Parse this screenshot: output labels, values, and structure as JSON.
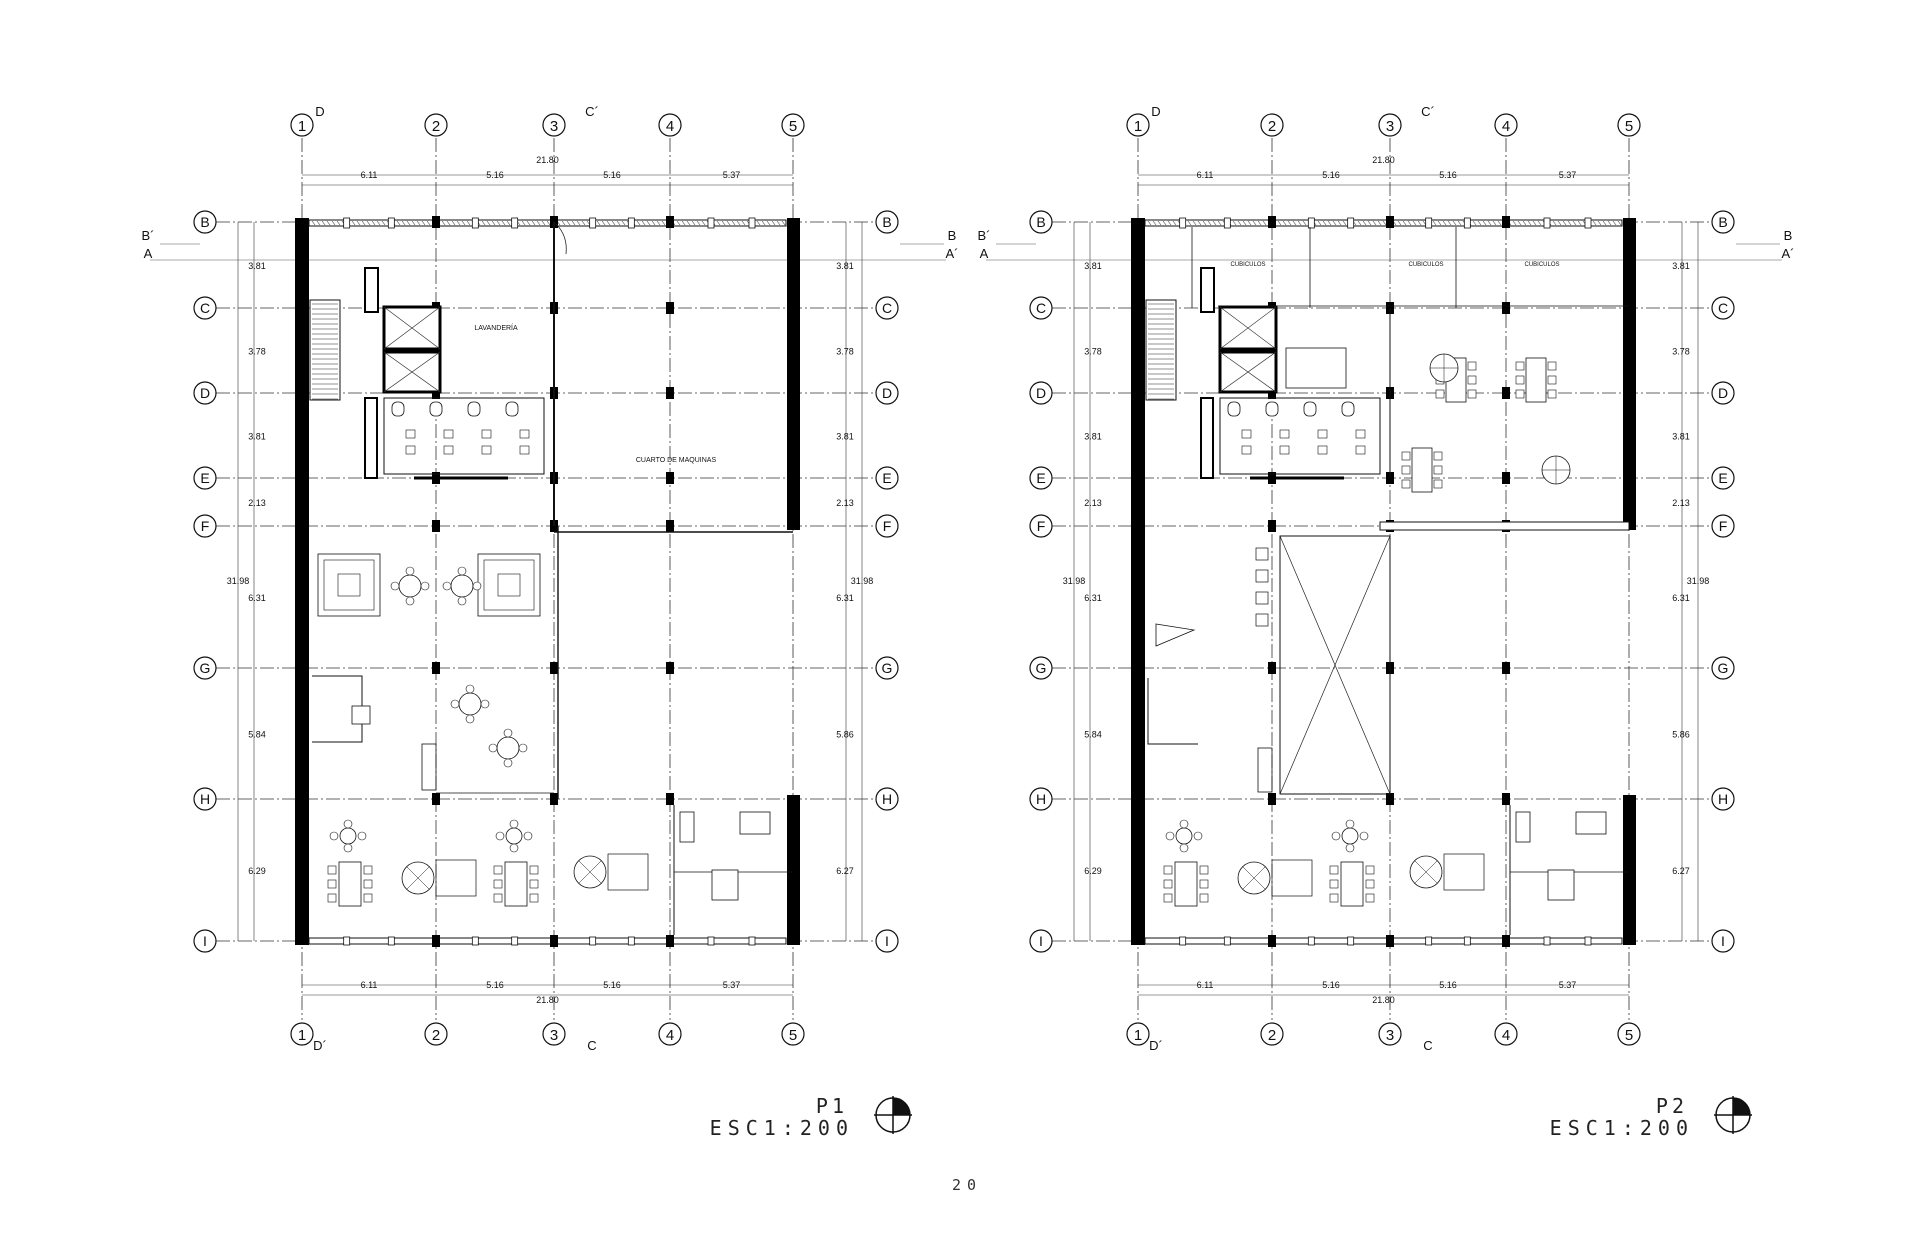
{
  "plans": [
    {
      "code": "P1",
      "scale": "ESC1:200",
      "column_axes": [
        "1",
        "2",
        "3",
        "4",
        "5"
      ],
      "row_axes": [
        "B",
        "C",
        "D",
        "E",
        "F",
        "G",
        "H",
        "I"
      ],
      "bay_widths": [
        "6.11",
        "5.16",
        "5.16",
        "5.37"
      ],
      "total_width": "21.80",
      "left_row_heights": [
        "3.81",
        "3.78",
        "3.81",
        "2.13",
        "6.31",
        "5.84",
        "6.29"
      ],
      "right_row_heights": [
        "3.81",
        "3.78",
        "3.81",
        "2.13",
        "6.31",
        "5.86",
        "6.27"
      ],
      "total_height": "31.98",
      "section_marks": {
        "top_left": "D",
        "bottom_left": "D´",
        "top_mid": "C´",
        "bottom_mid": "C",
        "left_b": "B´",
        "left_a": "A",
        "right_b": "B",
        "right_a": "A´"
      },
      "room_labels": [
        "LAVANDERÍA",
        "CUARTO DE MAQUINAS"
      ]
    },
    {
      "code": "P2",
      "scale": "ESC1:200",
      "column_axes": [
        "1",
        "2",
        "3",
        "4",
        "5"
      ],
      "row_axes": [
        "B",
        "C",
        "D",
        "E",
        "F",
        "G",
        "H",
        "I"
      ],
      "bay_widths": [
        "6.11",
        "5.16",
        "5.16",
        "5.37"
      ],
      "total_width": "21.80",
      "left_row_heights": [
        "3.81",
        "3.78",
        "3.81",
        "2.13",
        "6.31",
        "5.84",
        "6.29"
      ],
      "right_row_heights": [
        "3.81",
        "3.78",
        "3.81",
        "2.13",
        "6.31",
        "5.86",
        "6.27"
      ],
      "total_height": "31.98",
      "section_marks": {
        "top_left": "D",
        "bottom_left": "D´",
        "top_mid": "C´",
        "bottom_mid": "C",
        "left_b": "B´",
        "left_a": "A",
        "right_b": "B",
        "right_a": "A´"
      },
      "room_labels": [
        "CUBICULOS",
        "CUBICULOS",
        "CUBICULOS"
      ]
    }
  ],
  "page_number": "20"
}
